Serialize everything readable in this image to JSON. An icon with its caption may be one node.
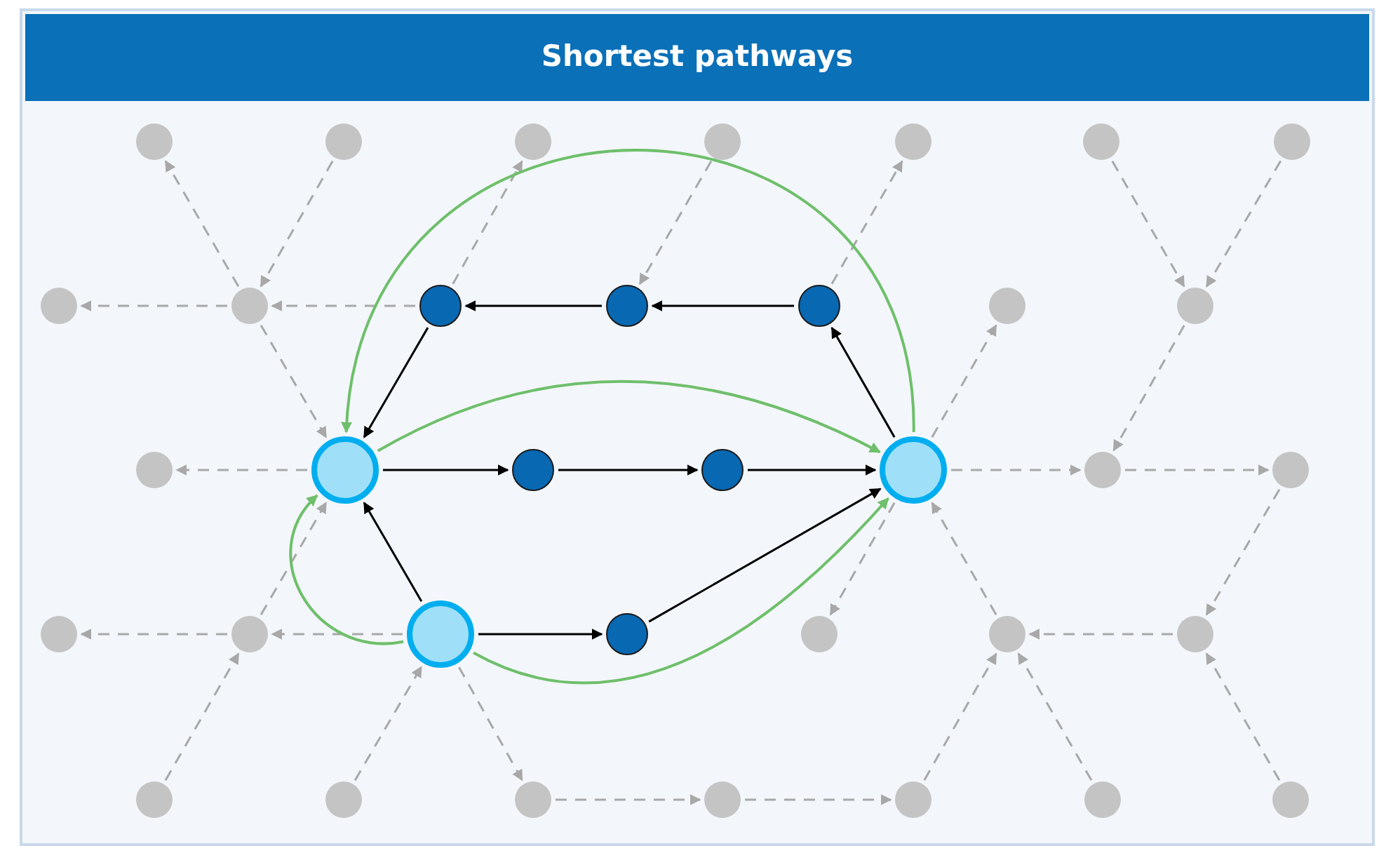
{
  "diagram": {
    "title": "Shortest pathways",
    "nodes": [
      {
        "text": [],
        "shape": "circle"
      },
      {
        "text": [],
        "shape": "circle"
      },
      {
        "text": [],
        "shape": "circle"
      },
      {
        "text": [],
        "shape": "circle"
      },
      {
        "text": [],
        "shape": "circle"
      },
      {
        "text": [],
        "shape": "circle"
      },
      {
        "text": [],
        "shape": "circle"
      },
      {
        "text": [],
        "shape": "circle"
      },
      {
        "text": [],
        "shape": "circle"
      },
      {
        "text": [],
        "shape": "circle"
      },
      {
        "text": [],
        "shape": "circle"
      },
      {
        "text": [],
        "shape": "circle"
      },
      {
        "text": [],
        "shape": "circle"
      },
      {
        "text": [],
        "shape": "circle"
      },
      {
        "text": [],
        "shape": "circle"
      },
      {
        "text": [],
        "shape": "circle"
      },
      {
        "text": [],
        "shape": "circle"
      },
      {
        "text": [],
        "shape": "circle"
      },
      {
        "text": [],
        "shape": "circle"
      },
      {
        "text": [],
        "shape": "circle"
      },
      {
        "text": [],
        "shape": "circle"
      },
      {
        "text": [],
        "shape": "circle"
      },
      {
        "text": [],
        "shape": "circle"
      },
      {
        "text": [],
        "shape": "circle"
      },
      {
        "text": [],
        "shape": "circle"
      },
      {
        "text": [],
        "shape": "circle"
      },
      {
        "text": [],
        "shape": "circle"
      },
      {
        "text": [],
        "shape": "circle"
      },
      {
        "text": [],
        "shape": "circle"
      },
      {
        "text": [],
        "shape": "circle"
      },
      {
        "text": [],
        "shape": "circle"
      },
      {
        "text": [],
        "shape": "circle"
      },
      {
        "text": [],
        "shape": "circle"
      },
      {
        "text": [],
        "shape": "circle"
      },
      {
        "text": [],
        "shape": "circle"
      }
    ],
    "edges": [
      {
        "from": 8,
        "to": 0,
        "arrow": "to",
        "style": "dashed"
      },
      {
        "from": 1,
        "to": 8,
        "arrow": "to",
        "style": "dashed"
      },
      {
        "from": 8,
        "to": 7,
        "arrow": "to",
        "style": "dashed"
      },
      {
        "from": 9,
        "to": 8,
        "arrow": "to",
        "style": "dashed"
      },
      {
        "from": 8,
        "to": 15,
        "arrow": "to",
        "style": "dashed"
      },
      {
        "from": 15,
        "to": 14,
        "arrow": "to",
        "style": "dashed"
      },
      {
        "from": 9,
        "to": 2,
        "arrow": "to",
        "style": "dashed"
      },
      {
        "from": 3,
        "to": 10,
        "arrow": "to",
        "style": "dashed"
      },
      {
        "from": 11,
        "to": 4,
        "arrow": "to",
        "style": "dashed"
      },
      {
        "from": 18,
        "to": 12,
        "arrow": "to",
        "style": "dashed"
      },
      {
        "from": 5,
        "to": 13,
        "arrow": "to",
        "style": "dashed"
      },
      {
        "from": 6,
        "to": 13,
        "arrow": "to",
        "style": "dashed"
      },
      {
        "from": 13,
        "to": 19,
        "arrow": "to",
        "style": "dashed"
      },
      {
        "from": 18,
        "to": 19,
        "arrow": "to",
        "style": "dashed"
      },
      {
        "from": 19,
        "to": 20,
        "arrow": "to",
        "style": "dashed"
      },
      {
        "from": 20,
        "to": 27,
        "arrow": "to",
        "style": "dashed"
      },
      {
        "from": 27,
        "to": 26,
        "arrow": "to",
        "style": "dashed"
      },
      {
        "from": 26,
        "to": 18,
        "arrow": "to",
        "style": "dashed"
      },
      {
        "from": 32,
        "to": 26,
        "arrow": "to",
        "style": "dashed"
      },
      {
        "from": 33,
        "to": 26,
        "arrow": "to",
        "style": "dashed"
      },
      {
        "from": 34,
        "to": 27,
        "arrow": "to",
        "style": "dashed"
      },
      {
        "from": 23,
        "to": 22,
        "arrow": "to",
        "style": "dashed"
      },
      {
        "from": 22,
        "to": 21,
        "arrow": "to",
        "style": "dashed"
      },
      {
        "from": 22,
        "to": 15,
        "arrow": "to",
        "style": "dashed"
      },
      {
        "from": 28,
        "to": 22,
        "arrow": "to",
        "style": "dashed"
      },
      {
        "from": 29,
        "to": 23,
        "arrow": "to",
        "style": "dashed"
      },
      {
        "from": 23,
        "to": 30,
        "arrow": "to",
        "style": "dashed"
      },
      {
        "from": 30,
        "to": 31,
        "arrow": "to",
        "style": "dashed"
      },
      {
        "from": 31,
        "to": 32,
        "arrow": "to",
        "style": "dashed"
      },
      {
        "from": 18,
        "to": 25,
        "arrow": "to",
        "style": "dashed"
      },
      {
        "from": 10,
        "to": 9,
        "arrow": "to",
        "color": "#000000"
      },
      {
        "from": 11,
        "to": 10,
        "arrow": "to",
        "color": "#000000"
      },
      {
        "from": 18,
        "to": 11,
        "arrow": "to",
        "color": "#000000"
      },
      {
        "from": 9,
        "to": 15,
        "arrow": "to",
        "color": "#000000"
      },
      {
        "from": 15,
        "to": 16,
        "arrow": "to",
        "color": "#000000"
      },
      {
        "from": 16,
        "to": 17,
        "arrow": "to",
        "color": "#000000"
      },
      {
        "from": 17,
        "to": 18,
        "arrow": "to",
        "color": "#000000"
      },
      {
        "from": 23,
        "to": 15,
        "arrow": "to",
        "color": "#000000"
      },
      {
        "from": 23,
        "to": 24,
        "arrow": "to",
        "color": "#000000"
      },
      {
        "from": 24,
        "to": 18,
        "arrow": "to",
        "color": "#000000"
      },
      {
        "from": 18,
        "to": 15,
        "arrow": "to",
        "color": "#6fbf6b"
      },
      {
        "from": 15,
        "to": 18,
        "arrow": "to",
        "color": "#6fbf6b"
      },
      {
        "from": 23,
        "to": 15,
        "arrow": "to",
        "color": "#6fbf6b"
      },
      {
        "from": 23,
        "to": 18,
        "arrow": "to",
        "color": "#6fbf6b"
      }
    ]
  }
}
